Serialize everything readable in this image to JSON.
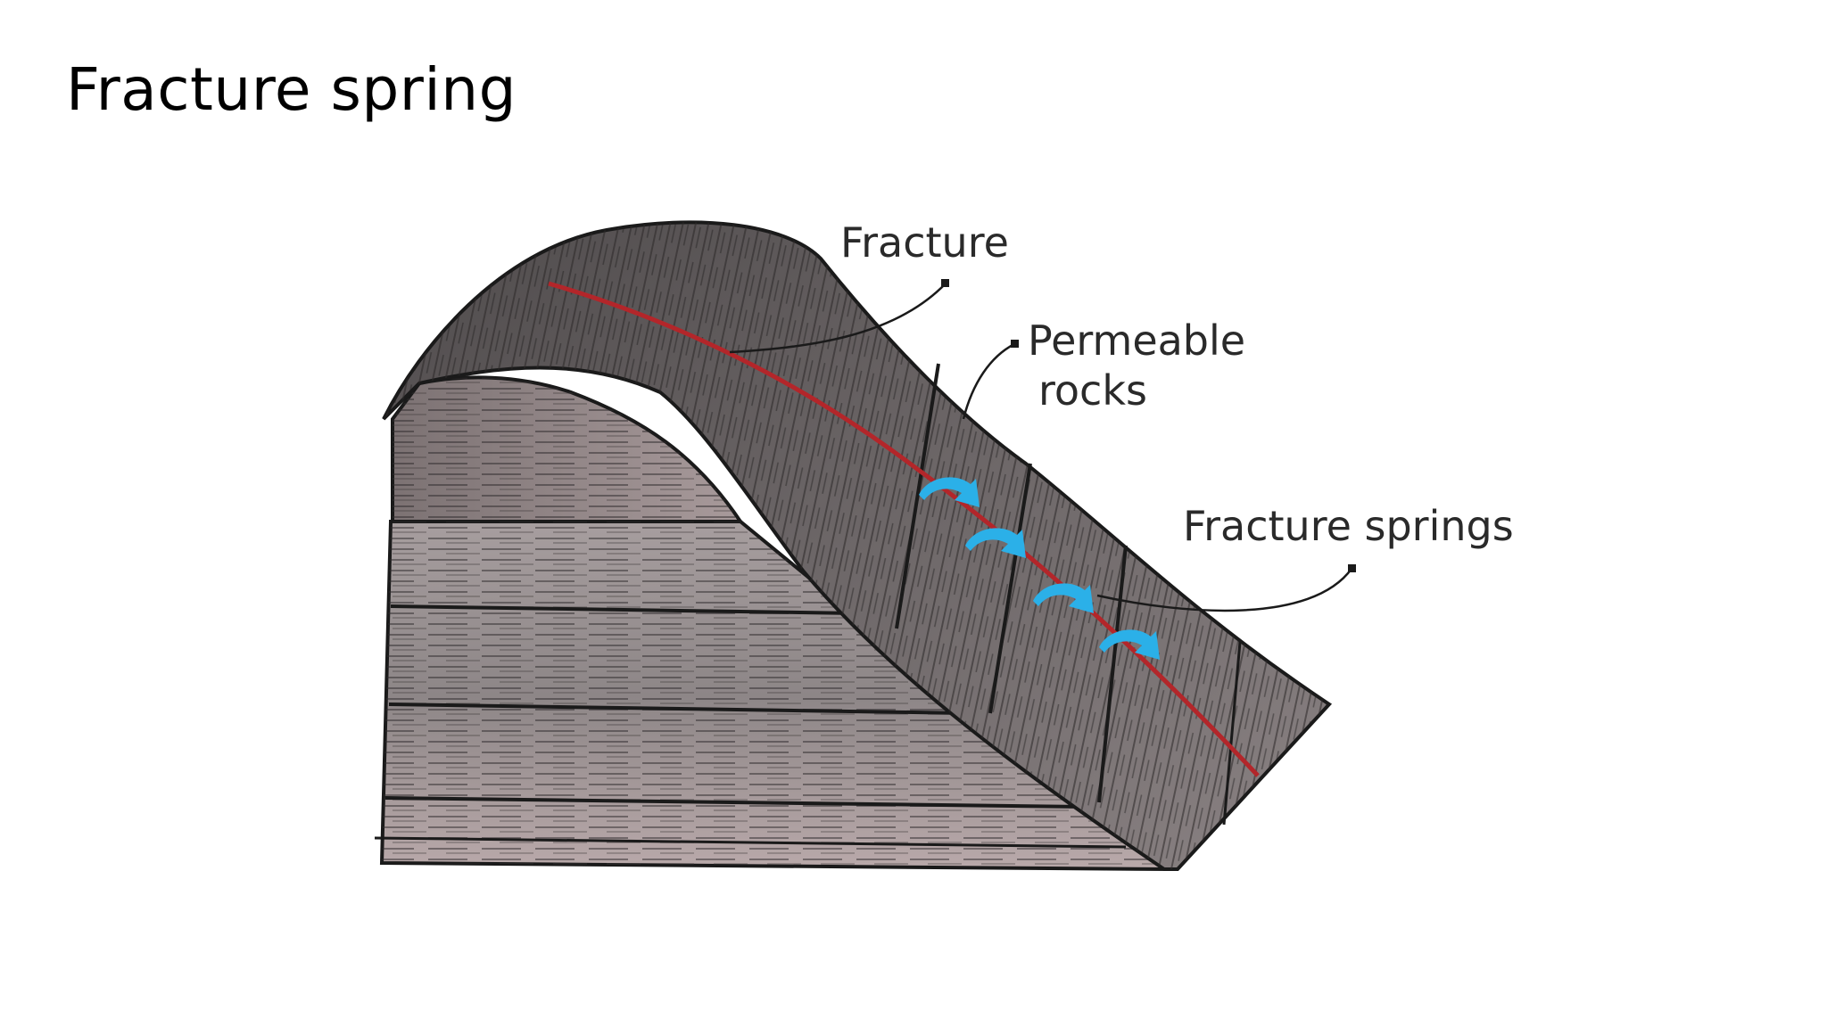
{
  "slide": {
    "title": "Fracture spring"
  },
  "diagram": {
    "labels": {
      "fracture": "Fracture",
      "permeable_line1": "Permeable",
      "permeable_line2": "rocks",
      "fracture_springs": "Fracture springs"
    },
    "colors": {
      "rock_dark": "#5e5a5b",
      "rock_light": "#b7b0b1",
      "rock_pink": "#c9b3b3",
      "fracture_line": "#b3262a",
      "spring_arrow": "#2bb0e8",
      "ink": "#1a1a1a"
    },
    "icons": [
      "spring-flow-arrow-icon"
    ]
  }
}
